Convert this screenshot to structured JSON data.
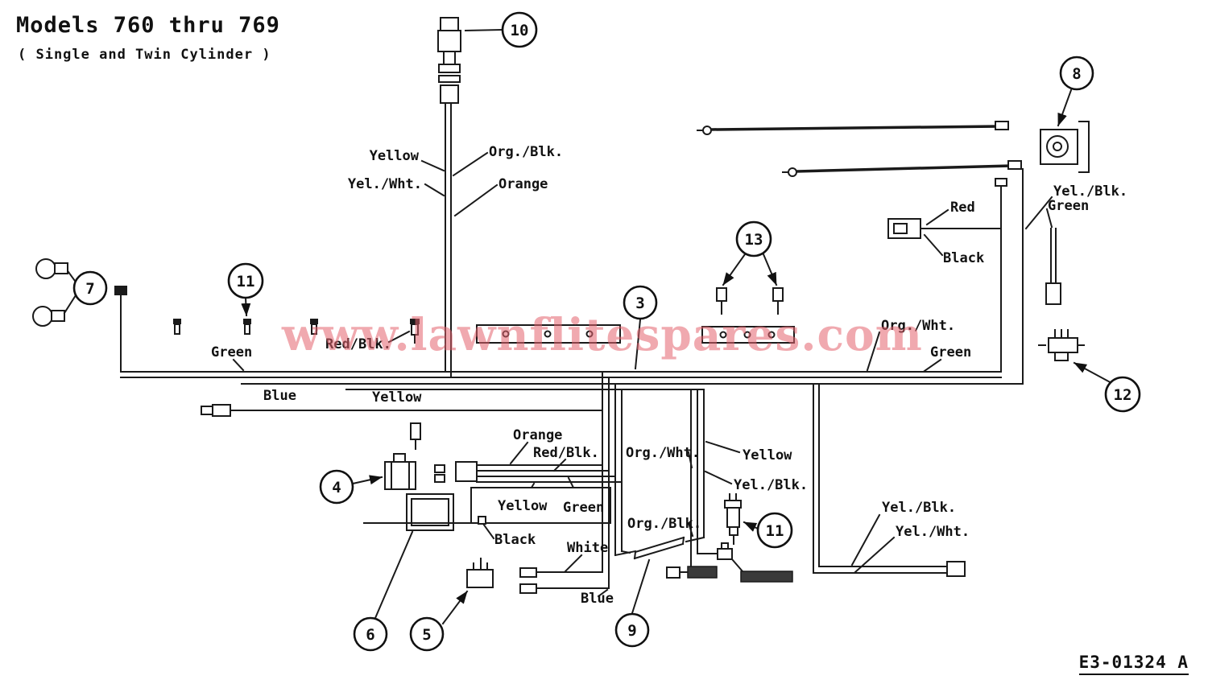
{
  "header": {
    "title": "Models 760 thru 769",
    "subtitle": "( Single and Twin Cylinder )"
  },
  "watermark": "www.lawnflitespares.com",
  "doc_number": "E3-01324 A",
  "callouts": {
    "c10": "10",
    "c8": "8",
    "c7": "7",
    "c11a": "11",
    "c13": "13",
    "c3": "3",
    "c4": "4",
    "c11b": "11",
    "c12": "12",
    "c6": "6",
    "c5": "5",
    "c9": "9"
  },
  "wire_labels": {
    "yellow_top": "Yellow",
    "org_blk_top": "Org./Blk.",
    "yel_wht_top": "Yel./Wht.",
    "orange_top": "Orange",
    "red_right": "Red",
    "yel_blk_topright": "Yel./Blk.",
    "green_topright": "Green",
    "black_right": "Black",
    "green_left": "Green",
    "red_blk_left": "Red/Blk.",
    "org_wht_right": "Org./Wht.",
    "green_midright": "Green",
    "blue_left": "Blue",
    "yellow_midleft": "Yellow",
    "orange_mid": "Orange",
    "red_blk_mid": "Red/Blk.",
    "org_wht_mid": "Org./Wht.",
    "yellow_midright": "Yellow",
    "yel_blk_mid": "Yel./Blk.",
    "yellow_bottom": "Yellow",
    "green_bottom": "Green",
    "black_bottom": "Black",
    "org_blk_bottom": "Org./Blk.",
    "yel_blk_bottomright": "Yel./Blk.",
    "yel_wht_bottomright": "Yel./Wht.",
    "white_bottom": "White",
    "blue_bottom": "Blue"
  },
  "colors": {
    "line": "#1a1a1a",
    "watermark": "#e4646e",
    "background": "#ffffff"
  }
}
